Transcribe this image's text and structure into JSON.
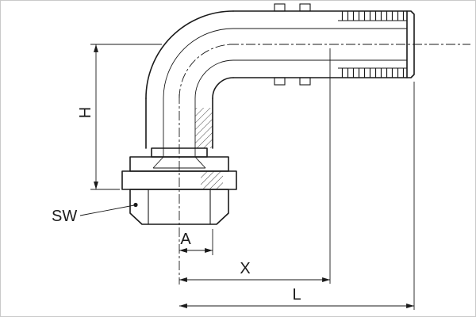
{
  "colors": {
    "line": "#1a1a1a",
    "background": "#ffffff"
  },
  "drawing": {
    "dimension_labels": {
      "h": "H",
      "sw": "SW",
      "a": "A",
      "x": "X",
      "l": "L"
    }
  }
}
